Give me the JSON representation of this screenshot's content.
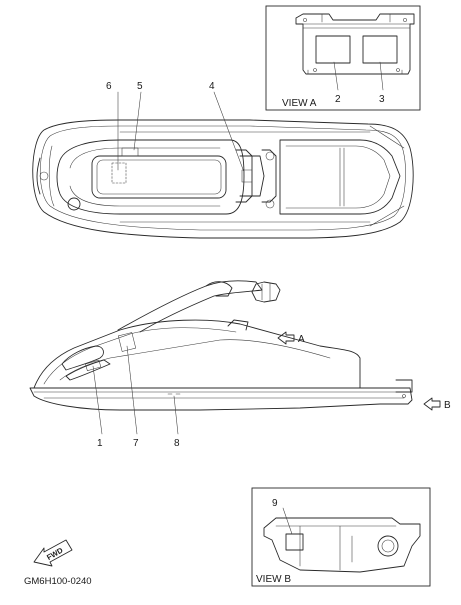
{
  "diagram": {
    "callouts": {
      "c1": "1",
      "c2": "2",
      "c3": "3",
      "c4": "4",
      "c5": "5",
      "c6": "6",
      "c7": "7",
      "c8": "8",
      "c9": "9"
    },
    "view_a_label": "VIEW A",
    "view_b_label": "VIEW B",
    "arrow_a_label": "A",
    "arrow_b_label": "B",
    "fwd_label": "FWD",
    "part_code": "GM6H100-0240"
  }
}
